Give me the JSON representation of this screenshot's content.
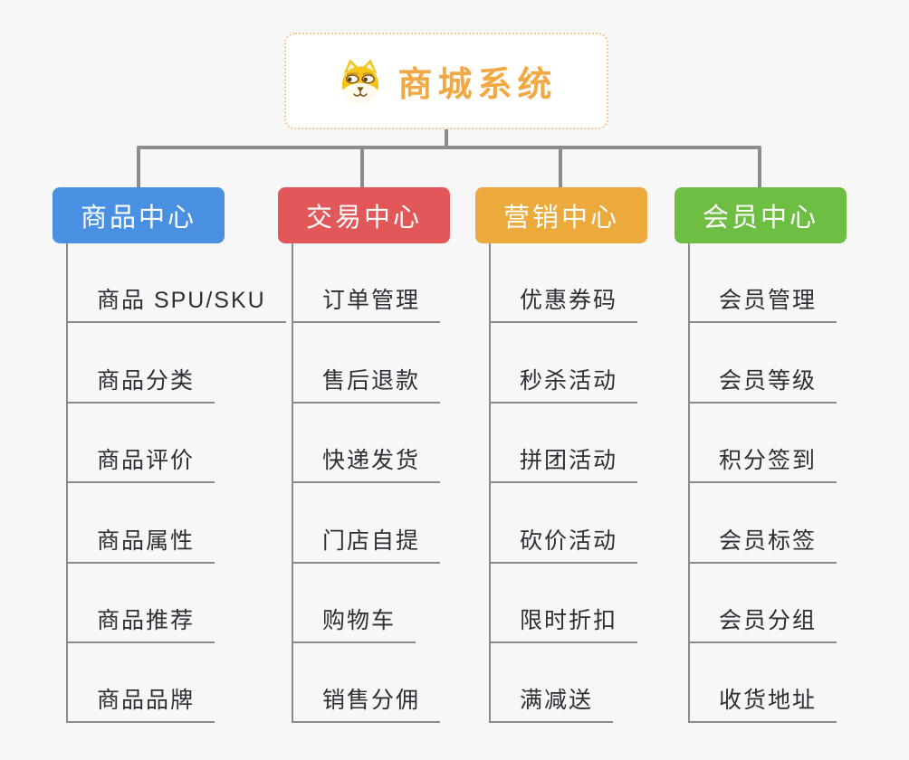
{
  "root": {
    "title": "商城系统",
    "icon": "dog-icon"
  },
  "colors": {
    "background": "#f7f7f7",
    "connector": "#8c8c8c",
    "leaf_line": "#8a8a8a",
    "root_border": "#f5c98c",
    "root_title": "#f2a944",
    "branch_product": "#4a90e2",
    "branch_trade": "#e25757",
    "branch_marketing": "#ecaa3d",
    "branch_member": "#6fbe44"
  },
  "branches": [
    {
      "label": "商品中心",
      "color": "#4a90e2",
      "items": [
        "商品 SPU/SKU",
        "商品分类",
        "商品评价",
        "商品属性",
        "商品推荐",
        "商品品牌"
      ]
    },
    {
      "label": "交易中心",
      "color": "#e25757",
      "items": [
        "订单管理",
        "售后退款",
        "快递发货",
        "门店自提",
        "购物车",
        "销售分佣"
      ]
    },
    {
      "label": "营销中心",
      "color": "#ecaa3d",
      "items": [
        "优惠券码",
        "秒杀活动",
        "拼团活动",
        "砍价活动",
        "限时折扣",
        "满减送"
      ]
    },
    {
      "label": "会员中心",
      "color": "#6fbe44",
      "items": [
        "会员管理",
        "会员等级",
        "积分签到",
        "会员标签",
        "会员分组",
        "收货地址"
      ]
    }
  ]
}
